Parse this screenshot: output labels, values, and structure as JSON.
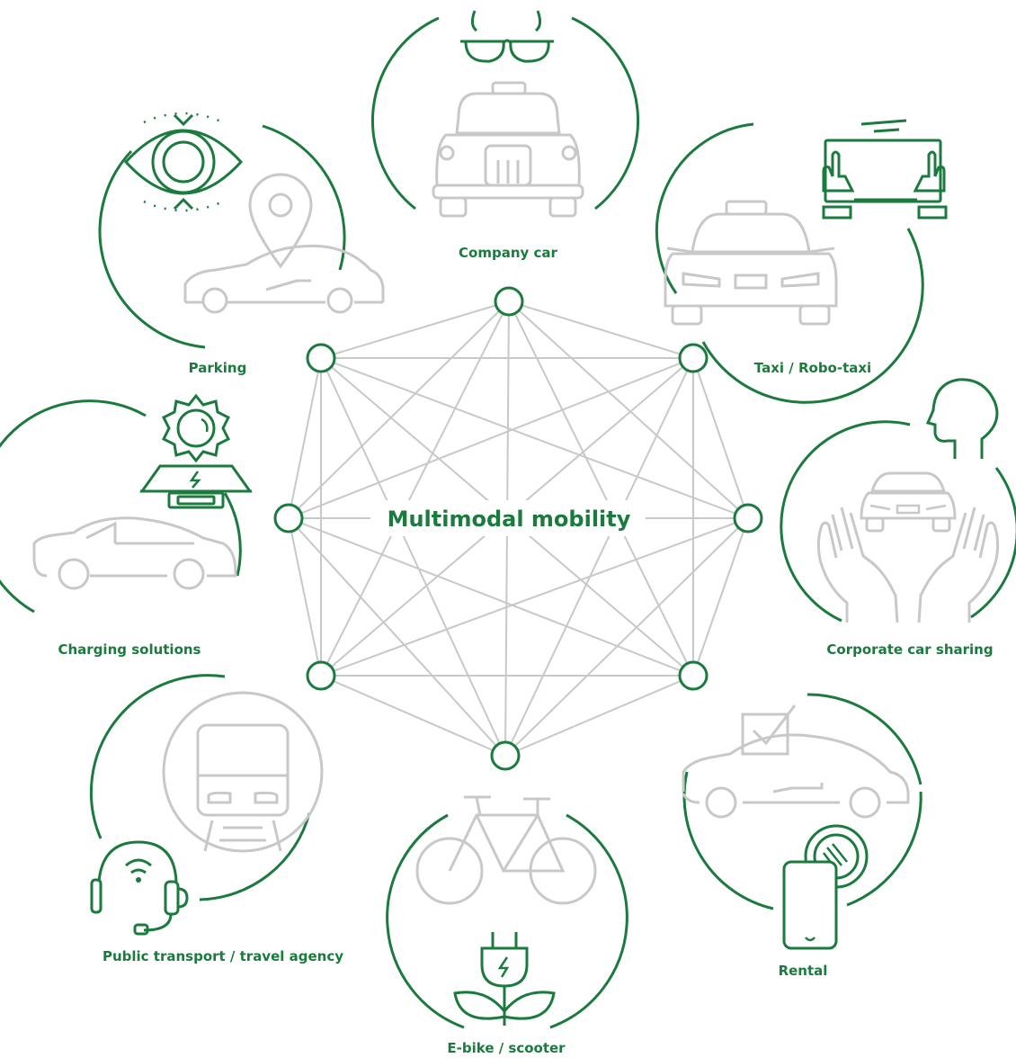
{
  "title": "Multimodal mobility",
  "labels": {
    "company_car": "Company car",
    "taxi": "Taxi / Robo-taxi",
    "parking": "Parking",
    "charging": "Charging solutions",
    "car_sharing": "Corporate car sharing",
    "rental": "Rental",
    "public_transport": "Public transport / travel agency",
    "ebike": "E-bike / scooter"
  },
  "colors": {
    "accent": "#1b7a3e",
    "line": "#c8c8c8"
  }
}
